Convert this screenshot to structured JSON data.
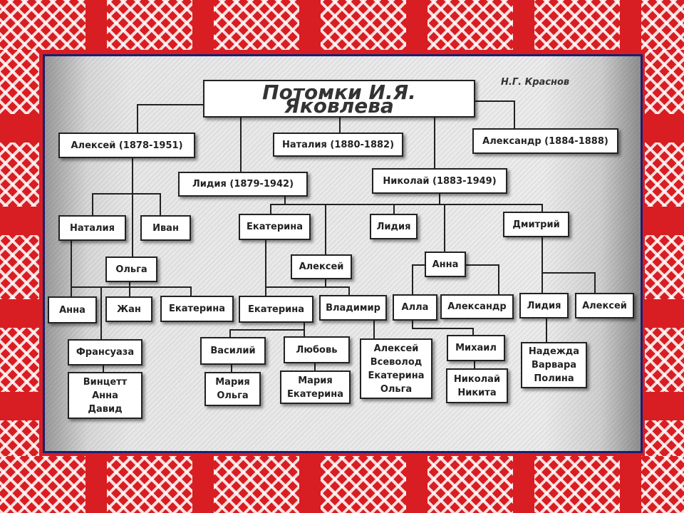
{
  "title": "Потомки И.Я. Яковлева",
  "author": "Н.Г. Краснов",
  "colors": {
    "frame_red": "#d81e22",
    "panel_border": "#1b1f6e"
  },
  "nodes": [
    "Алексей (1878-1951)",
    "Наталия (1880-1882)",
    "Александр (1884-1888)",
    "Лидия (1879-1942)",
    "Николай (1883-1949)",
    "Наталия",
    "Иван",
    "Екатерина",
    "Лидия",
    "Дмитрий",
    "Ольга",
    "Алексей",
    "Анна",
    "Анна",
    "Жан",
    "Екатерина",
    "Екатерина",
    "Владимир",
    "Алла",
    "Александр",
    "Лидия",
    "Алексей",
    "Франсуаза",
    "Винцетт\nАнна\nДавид",
    "Василий",
    "Любовь",
    "Мария\nОльга",
    "Мария\nЕкатерина",
    "Алексей\nВсеволод\nЕкатерина\nОльга",
    "Михаил",
    "Николай\nНикита",
    "Надежда\nВарвара\nПолина"
  ]
}
